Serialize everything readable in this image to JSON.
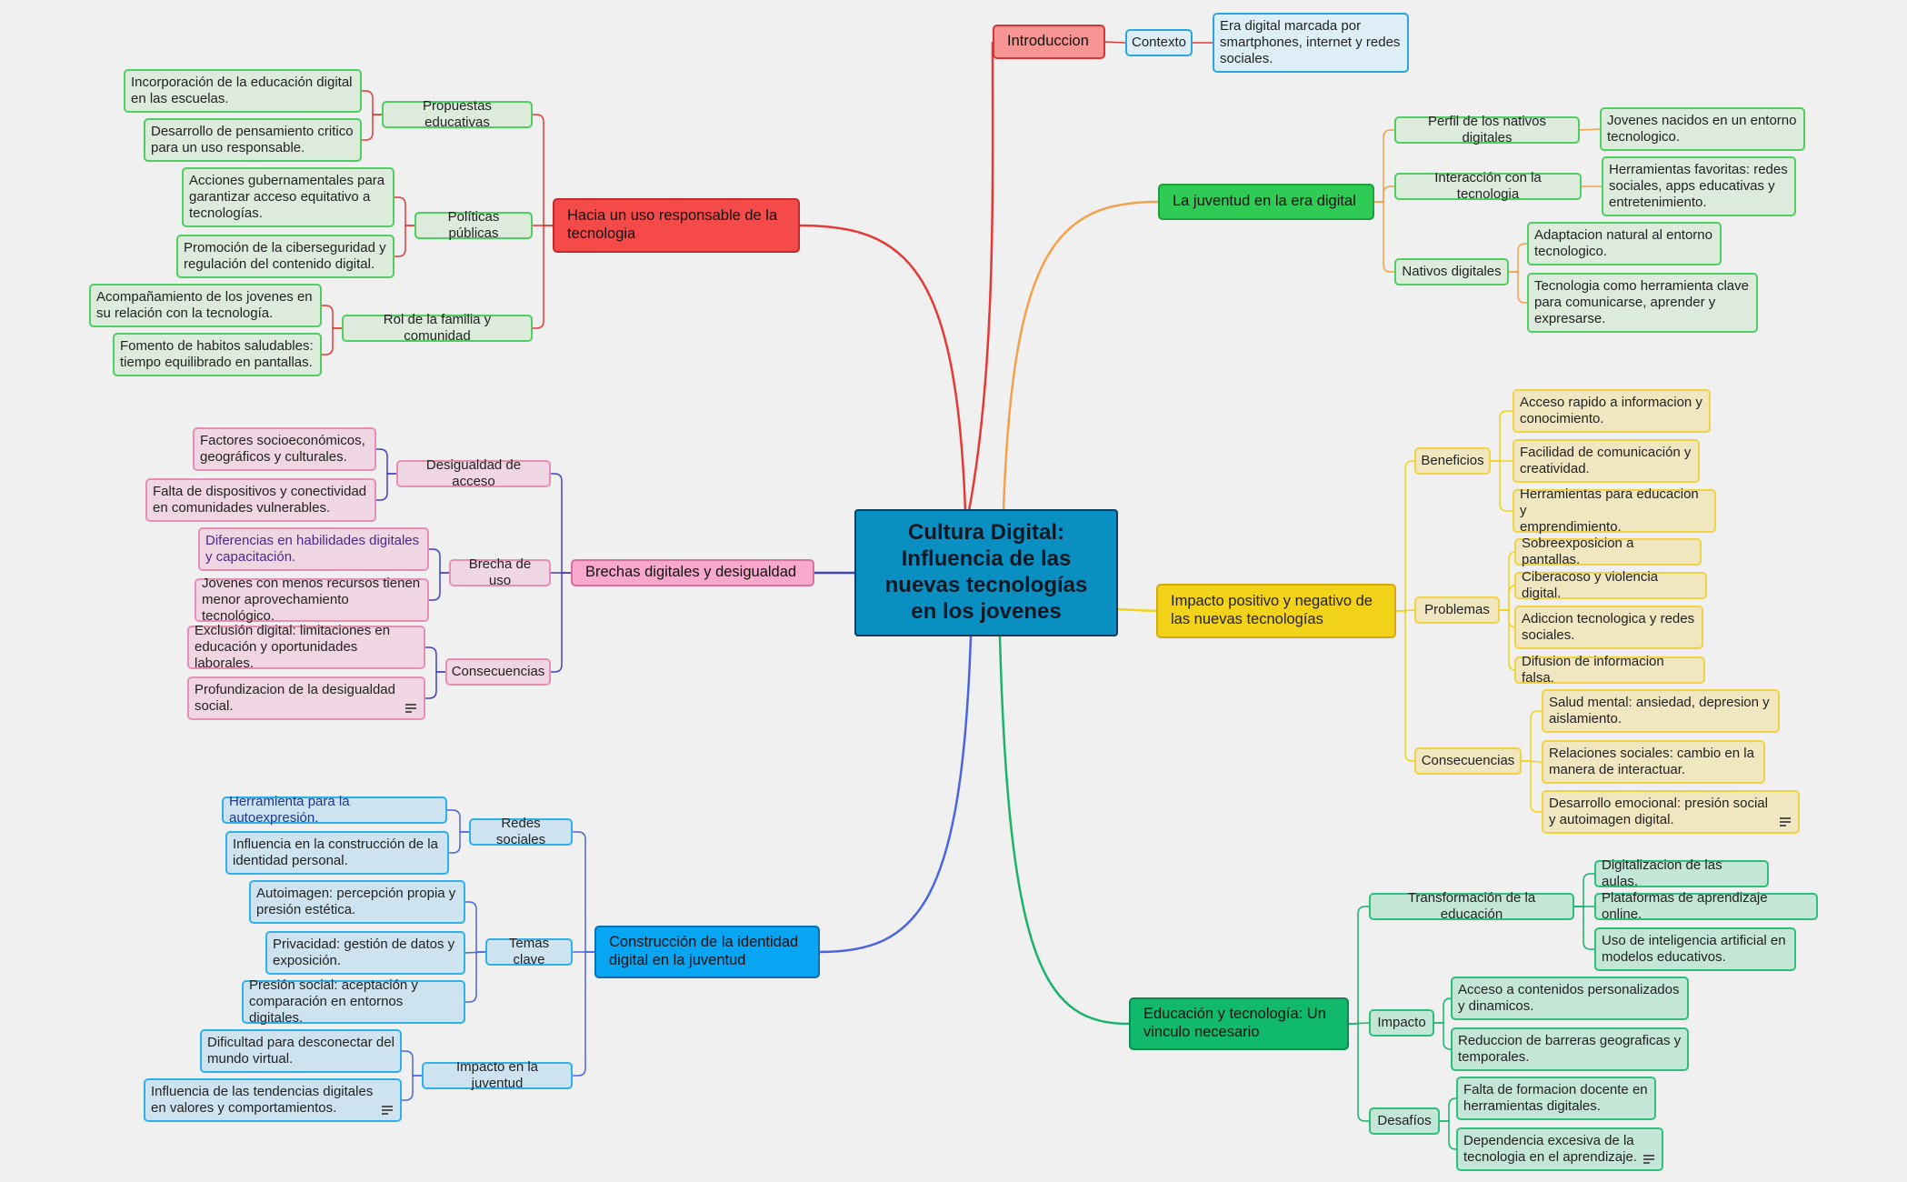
{
  "colors": {
    "background": "#f0f0f0",
    "root_fill": "#0a8fc2",
    "root_border": "#0c3e66",
    "introduccion": "#f56c6c",
    "juventud": "#2ecc55",
    "impacto": "#f3d21a",
    "educacion": "#19b36a",
    "construccion": "#1ca4f0",
    "brechas": "#f7a8cc",
    "uso": "#f44a4a"
  },
  "root": {
    "id": "root",
    "lines": [
      "Cultura Digital:",
      "Influencia de las",
      "nuevas tecnologías",
      "en los jovenes"
    ]
  },
  "branches": [
    {
      "id": "introduccion",
      "lines": [
        "Introduccion"
      ],
      "link": "#e53935",
      "fill": "#f79494",
      "border": "#d93535",
      "childFill": "#ddeef6",
      "childBorder": "#2aa5e0",
      "children": [
        {
          "id": "contexto",
          "lines": [
            "Contexto"
          ],
          "children": [
            {
              "id": "era-digital",
              "lines": [
                "Era digital marcada por",
                "smartphones, internet y redes",
                "sociales."
              ]
            }
          ]
        }
      ]
    },
    {
      "id": "juventud",
      "lines": [
        "La juventud en la era digital"
      ],
      "link": "#f5a04a",
      "fill": "#2ecc55",
      "border": "#1e9e3c",
      "childFill": "#dcebdc",
      "childBorder": "#4fcf5f",
      "children": [
        {
          "id": "perfil",
          "lines": [
            "Perfil de los nativos digitales"
          ],
          "children": [
            {
              "id": "jovenes-nacidos",
              "lines": [
                "Jovenes nacidos en un entorno",
                "tecnologico."
              ]
            }
          ]
        },
        {
          "id": "interaccion",
          "lines": [
            "Interacción con la tecnologia"
          ],
          "children": [
            {
              "id": "herramientas-favoritas",
              "lines": [
                "Herramientas favoritas: redes",
                "sociales, apps educativas y",
                "entretenimiento."
              ]
            }
          ]
        },
        {
          "id": "nativos",
          "lines": [
            "Nativos digitales"
          ],
          "children": [
            {
              "id": "adaptacion",
              "lines": [
                "Adaptacion natural al entorno",
                "tecnologico."
              ]
            },
            {
              "id": "tecnologia-clave",
              "lines": [
                "Tecnologia como herramienta clave",
                "para comunicarse, aprender y",
                "expresarse."
              ]
            }
          ]
        }
      ]
    },
    {
      "id": "impacto",
      "lines": [
        "Impacto positivo y negativo de",
        "las nuevas tecnologías"
      ],
      "link": "#f3d21a",
      "fill": "#f3d21a",
      "border": "#d1a90f",
      "childFill": "#f0e6c0",
      "childBorder": "#f2d245",
      "children": [
        {
          "id": "beneficios",
          "lines": [
            "Beneficios"
          ],
          "children": [
            {
              "id": "acceso-rapido",
              "lines": [
                "Acceso rapido a informacion y",
                "conocimiento."
              ]
            },
            {
              "id": "facilidad",
              "lines": [
                "Facilidad de comunicación y",
                "creatividad."
              ]
            },
            {
              "id": "herramientas-educacion",
              "lines": [
                "Herramientas para educacion y",
                "emprendimiento."
              ]
            }
          ]
        },
        {
          "id": "problemas",
          "lines": [
            "Problemas"
          ],
          "children": [
            {
              "id": "sobreexposicion",
              "lines": [
                "Sobreexposicion a pantallas."
              ]
            },
            {
              "id": "ciberacoso",
              "lines": [
                "Ciberacoso y violencia digital."
              ]
            },
            {
              "id": "adiccion",
              "lines": [
                "Adiccion tecnologica y redes",
                "sociales."
              ]
            },
            {
              "id": "difusion",
              "lines": [
                "Difusion de informacion falsa."
              ]
            }
          ]
        },
        {
          "id": "consecuencias-impacto",
          "lines": [
            "Consecuencias"
          ],
          "children": [
            {
              "id": "salud-mental",
              "lines": [
                "Salud mental: ansiedad, depresion y",
                "aislamiento."
              ]
            },
            {
              "id": "relaciones",
              "lines": [
                "Relaciones sociales: cambio en la",
                "manera de interactuar."
              ]
            },
            {
              "id": "desarrollo-emocional",
              "lines": [
                "Desarrollo emocional: presión social",
                "y autoimagen digital."
              ],
              "note": true
            }
          ]
        }
      ]
    },
    {
      "id": "educacion",
      "lines": [
        "Educación y tecnología: Un",
        "vinculo necesario"
      ],
      "link": "#19b36a",
      "fill": "#10b96b",
      "border": "#0b8a50",
      "childFill": "#c4e6d6",
      "childBorder": "#2ebf7a",
      "children": [
        {
          "id": "transformacion",
          "lines": [
            "Transformación de la educación"
          ],
          "children": [
            {
              "id": "digitalizacion",
              "lines": [
                "Digitalizacion de las aulas."
              ]
            },
            {
              "id": "plataformas",
              "lines": [
                "Plataformas de aprendizaje online."
              ]
            },
            {
              "id": "inteligencia",
              "lines": [
                "Uso de inteligencia artificial en",
                "modelos educativos."
              ]
            }
          ]
        },
        {
          "id": "impacto-edu",
          "lines": [
            "Impacto"
          ],
          "children": [
            {
              "id": "contenidos",
              "lines": [
                "Acceso a contenidos personalizados",
                "y dinamicos."
              ]
            },
            {
              "id": "barreras",
              "lines": [
                "Reduccion de barreras geograficas y",
                "temporales."
              ]
            }
          ]
        },
        {
          "id": "desafios",
          "lines": [
            "Desafíos"
          ],
          "children": [
            {
              "id": "formacion-docente",
              "lines": [
                "Falta de formacion docente en",
                "herramientas digitales."
              ]
            },
            {
              "id": "dependencia",
              "lines": [
                "Dependencia excesiva de la",
                "tecnologia en el aprendizaje."
              ],
              "note": true
            }
          ]
        }
      ]
    },
    {
      "id": "construccion",
      "lines": [
        "Construcción de la identidad",
        "digital en la juventud"
      ],
      "link": "#4a65e0",
      "fill": "#07a5f2",
      "border": "#0b6fb0",
      "childFill": "#cde3ef",
      "childBorder": "#2fb0ea",
      "children": [
        {
          "id": "redes",
          "lines": [
            "Redes sociales"
          ],
          "children": [
            {
              "id": "autoexpresion",
              "lines": [
                "Herramienta para la autoexpresión."
              ],
              "color": "#1d3a8a"
            },
            {
              "id": "identidad-personal",
              "lines": [
                "Influencia en la construcción de la",
                "identidad personal."
              ]
            }
          ]
        },
        {
          "id": "temas",
          "lines": [
            "Temas clave"
          ],
          "children": [
            {
              "id": "autoimagen",
              "lines": [
                "Autoimagen: percepción propia y",
                "presión estética."
              ]
            },
            {
              "id": "privacidad",
              "lines": [
                "Privacidad: gestión de datos y",
                "exposición."
              ]
            },
            {
              "id": "presion-social",
              "lines": [
                "Presión social: aceptación y",
                "comparación en entornos digitales."
              ]
            }
          ]
        },
        {
          "id": "impacto-juventud",
          "lines": [
            "Impacto en la juventud"
          ],
          "children": [
            {
              "id": "dificultad",
              "lines": [
                "Dificultad para desconectar del",
                "mundo virtual."
              ]
            },
            {
              "id": "tendencias",
              "lines": [
                "Influencia de las tendencias digitales",
                "en valores y comportamientos."
              ],
              "note": true
            }
          ]
        }
      ]
    },
    {
      "id": "brechas",
      "lines": [
        "Brechas digitales y desigualdad"
      ],
      "link": "#4040c8",
      "fill": "#f7a8cc",
      "border": "#d8709e",
      "childFill": "#efd6e2",
      "childBorder": "#e58fb6",
      "children": [
        {
          "id": "desigualdad-acceso",
          "lines": [
            "Desigualdad de acceso"
          ],
          "children": [
            {
              "id": "factores",
              "lines": [
                "Factores socioeconómicos,",
                "geográficos y culturales."
              ]
            },
            {
              "id": "falta-dispositivos",
              "lines": [
                "Falta de dispositivos y conectividad",
                "en comunidades vulnerables."
              ]
            }
          ]
        },
        {
          "id": "brecha-uso",
          "lines": [
            "Brecha de uso"
          ],
          "children": [
            {
              "id": "diferencias",
              "lines": [
                "Diferencias en habilidades digitales",
                "y capacitación."
              ],
              "color": "#4a2a8a"
            },
            {
              "id": "jovenes-recursos",
              "lines": [
                "Jovenes con menos recursos tienen",
                "menor aprovechamiento tecnológico."
              ]
            }
          ]
        },
        {
          "id": "consecuencias-brechas",
          "lines": [
            "Consecuencias"
          ],
          "children": [
            {
              "id": "exclusion",
              "lines": [
                "Exclusión digital: limitaciones en",
                "educación y oportunidades laborales."
              ]
            },
            {
              "id": "profundizacion",
              "lines": [
                "Profundizacion de la desigualdad",
                "social."
              ],
              "note": true
            }
          ]
        }
      ]
    },
    {
      "id": "uso-responsable",
      "lines": [
        "Hacia un uso responsable de la",
        "tecnologia"
      ],
      "link": "#e53935",
      "fill": "#f44a4a",
      "border": "#c62828",
      "childFill": "#dcebdc",
      "childBorder": "#4fcf5f",
      "children": [
        {
          "id": "propuestas",
          "lines": [
            "Propuestas educativas"
          ],
          "children": [
            {
              "id": "incorporacion",
              "lines": [
                "Incorporación de la educación digital",
                "en las escuelas."
              ]
            },
            {
              "id": "pensamiento-critico",
              "lines": [
                "Desarrollo de pensamiento critico",
                "para un uso responsable."
              ]
            }
          ]
        },
        {
          "id": "politicas",
          "lines": [
            "Políticas públicas"
          ],
          "children": [
            {
              "id": "acciones",
              "lines": [
                "Acciones gubernamentales para",
                "garantizar acceso equitativo a",
                "tecnologías."
              ]
            },
            {
              "id": "ciberseguridad",
              "lines": [
                "Promoción de la ciberseguridad y",
                "regulación del contenido digital."
              ]
            }
          ]
        },
        {
          "id": "rol-familia",
          "lines": [
            "Rol de la familia y comunidad"
          ],
          "children": [
            {
              "id": "acompanamiento",
              "lines": [
                "Acompañamiento de los jovenes en",
                "su relación con la tecnología."
              ]
            },
            {
              "id": "fomento",
              "lines": [
                "Fomento de habitos saludables:",
                "tiempo equilibrado en pantallas."
              ]
            }
          ]
        }
      ]
    }
  ]
}
